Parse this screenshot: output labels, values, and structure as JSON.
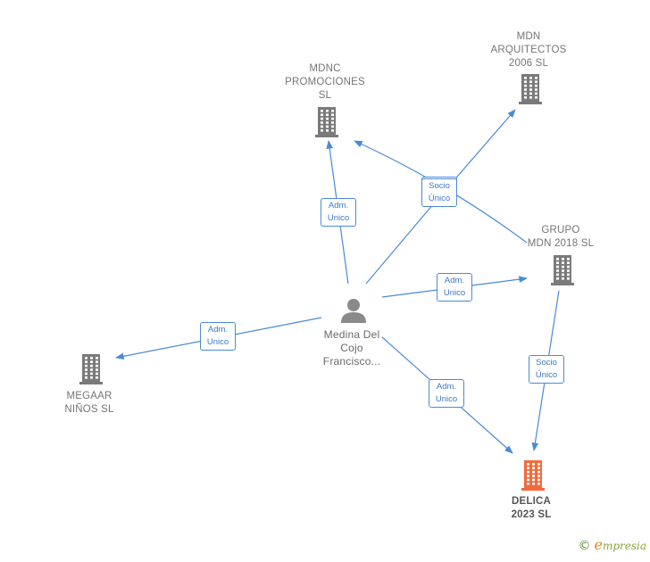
{
  "colors": {
    "edge": "#4a8ad7",
    "company": "#7a7a7a",
    "focus": "#f26a3b",
    "person": "#8a8a8a"
  },
  "nodes": [
    {
      "id": "mdnc",
      "label": "MDNC\nPROMOCIONES\nSL",
      "icon": "building-icon"
    },
    {
      "id": "mdn_arq",
      "label": "MDN\nARQUITECTOS\n2006  SL",
      "icon": "building-icon"
    },
    {
      "id": "grupo",
      "label": "GRUPO\nMDN 2018  SL",
      "icon": "building-icon"
    },
    {
      "id": "megaar",
      "label": "MEGAAR\nNIÑOS  SL",
      "icon": "building-icon"
    },
    {
      "id": "delica",
      "label": "DELICA\n2023  SL",
      "icon": "building-icon",
      "focus": true
    },
    {
      "id": "person",
      "label": "Medina Del\nCojo\nFrancisco...",
      "icon": "person-icon"
    }
  ],
  "edges": [
    {
      "from": "person",
      "to": "mdnc",
      "label": "Adm.\nUnico"
    },
    {
      "from": "person",
      "to": "grupo",
      "label": "Adm.\nUnico"
    },
    {
      "from": "person",
      "to": "megaar",
      "label": "Adm.\nUnico"
    },
    {
      "from": "person",
      "to": "delica",
      "label": "Adm.\nUnico"
    },
    {
      "from": "grupo",
      "to": "mdnc",
      "label": "Socio\nÚnico"
    },
    {
      "from": "person",
      "to": "mdn_arq",
      "label": "Socio\nÚnico"
    },
    {
      "from": "grupo",
      "to": "delica",
      "label": "Socio\nÚnico"
    }
  ],
  "footer": {
    "copyright": "©",
    "brand_initial": "e",
    "brand_rest": "mpresia"
  }
}
